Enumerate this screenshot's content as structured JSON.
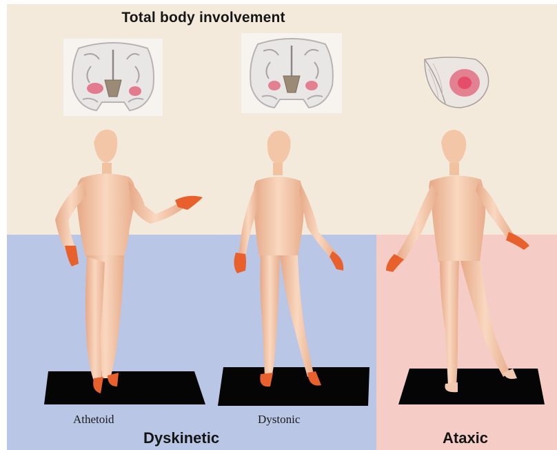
{
  "title": "Total body involvement",
  "labels": {
    "athetoid": "Athetoid",
    "dystonic": "Dystonic",
    "dyskinetic": "Dyskinetic",
    "ataxic": "Ataxic"
  },
  "colors": {
    "top_background": "#f4eadc",
    "dyskinetic_background": "#b9c6e6",
    "ataxic_background": "#f5cdc6",
    "skin": "#f3c4a3",
    "hands_feet": "#e8602c",
    "platform": "#050505",
    "lesion": "#e0566f"
  },
  "icons": {
    "brain_scan_1": "coronal-brain-section-icon",
    "brain_scan_2": "coronal-brain-section-icon",
    "brain_scan_3": "cerebellum-section-icon"
  }
}
